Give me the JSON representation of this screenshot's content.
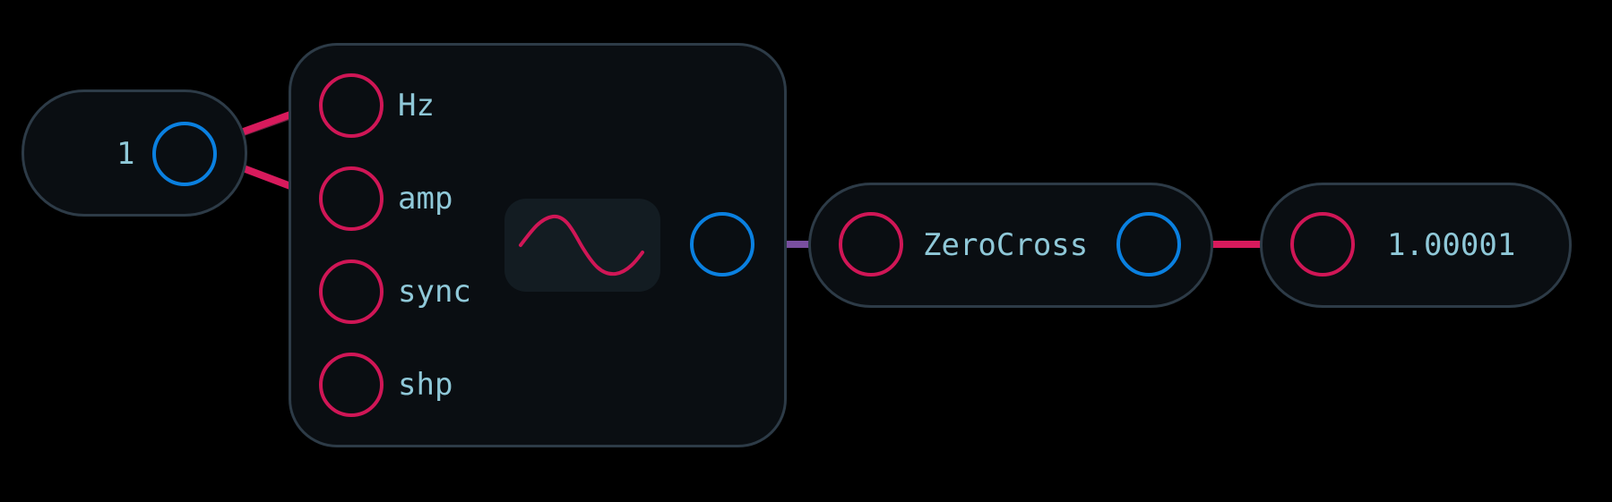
{
  "nodes": {
    "const": {
      "value": "1"
    },
    "oscillator": {
      "inputs": [
        "Hz",
        "amp",
        "sync",
        "shp"
      ],
      "waveform_icon": "sine-wave-icon"
    },
    "zerocross": {
      "label": "ZeroCross"
    },
    "display": {
      "value": "1.00001"
    }
  },
  "colors": {
    "background": "#000000",
    "node_fill": "#0a0e12",
    "node_border": "#2d3b47",
    "input_port": "#d01656",
    "output_port": "#0a80e0",
    "label_text": "#8fc8d8",
    "wire_bright": "#d81a5c",
    "wire_dark": "#6e2040",
    "wire_purple": "#7a4fa0"
  }
}
